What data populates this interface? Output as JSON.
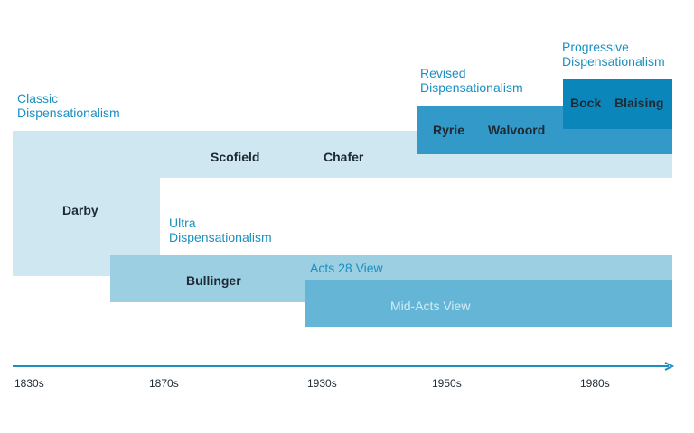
{
  "colors": {
    "classic": "#cfe7f1",
    "ultra": "#9ccfe2",
    "midacts": "#65b6d6",
    "revised": "#3399c8",
    "progressive": "#0a86bb",
    "label_blue": "#1a8fc0",
    "axis": "#1a8fc0"
  },
  "labels": {
    "classic": "Classic\nDispensationalism",
    "revised": "Revised\nDispensationalism",
    "progressive": "Progressive\nDispensationalism",
    "ultra": "Ultra\nDispensationalism",
    "acts28": "Acts 28 View",
    "midacts": "Mid-Acts View"
  },
  "people": {
    "darby": "Darby",
    "scofield": "Scofield",
    "chafer": "Chafer",
    "ryrie": "Ryrie",
    "walvoord": "Walvoord",
    "bock": "Bock",
    "blaising": "Blaising",
    "bullinger": "Bullinger"
  },
  "axis": {
    "ticks": [
      "1830s",
      "1870s",
      "1930s",
      "1950s",
      "1980s"
    ]
  }
}
